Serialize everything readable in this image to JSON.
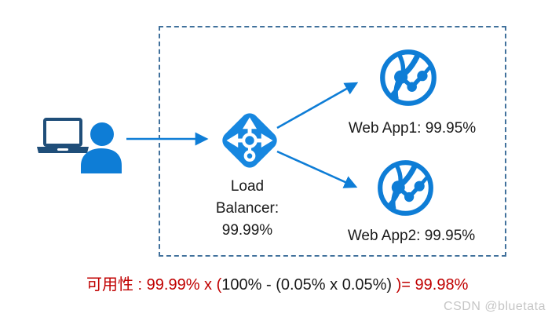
{
  "diagram": {
    "client": {
      "laptop_icon": "laptop-icon",
      "user_icon": "person-icon"
    },
    "load_balancer": {
      "icon": "load-balancer-icon",
      "lines": [
        "Load",
        "Balancer:",
        "99.99%"
      ]
    },
    "web_app1": {
      "icon": "app-service-globe-icon",
      "label": "Web App1: 99.95%"
    },
    "web_app2": {
      "icon": "app-service-globe-icon",
      "label": "Web App2: 99.95%"
    },
    "arrows": [
      "client-to-load-balancer",
      "load-balancer-to-web-app1",
      "load-balancer-to-web-app2"
    ]
  },
  "formula": {
    "segment_red_left": "可用性 : 99.99% x (",
    "segment_black_middle": "100% - (0.05% x 0.05%) ",
    "segment_red_right": ")= 99.98%"
  },
  "watermark": "CSDN @bluetata",
  "colors": {
    "accent_blue": "#0e7dd6",
    "load_balancer_blue": "#1787e0",
    "laptop_navy": "#1f4e79",
    "boundary_border": "#41719c",
    "formula_red": "#c00000",
    "text_black": "#1a1a1a",
    "watermark_gray": "#c6c6c6"
  }
}
